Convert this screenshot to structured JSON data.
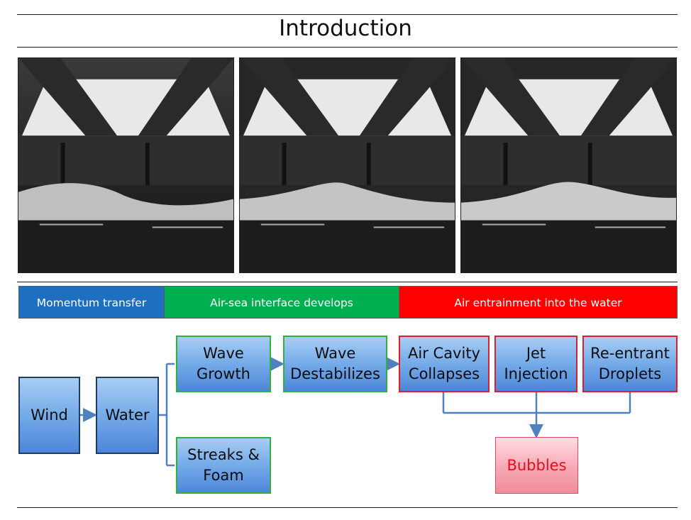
{
  "slide": {
    "title": "Introduction"
  },
  "photos": [
    {
      "name": "frame-1"
    },
    {
      "name": "frame-2"
    },
    {
      "name": "frame-3"
    }
  ],
  "phases": [
    {
      "label": "Momentum transfer",
      "color": "#1f6fc0"
    },
    {
      "label": "Air-sea interface develops",
      "color": "#00b050"
    },
    {
      "label": "Air entrainment into the water",
      "color": "#ff0000"
    }
  ],
  "nodes": {
    "wind": "Wind",
    "water": "Water",
    "wave_growth": [
      "Wave",
      "Growth"
    ],
    "streaks_foam": [
      "Streaks &",
      "Foam"
    ],
    "wave_destabilizes": [
      "Wave",
      "Destabilizes"
    ],
    "air_cavity": [
      "Air Cavity",
      "Collapses"
    ],
    "jet_injection": [
      "Jet",
      "Injection"
    ],
    "reentrant": [
      "Re-entrant",
      "Droplets"
    ],
    "bubbles": "Bubbles"
  },
  "colors": {
    "connector": "#4f81bd",
    "box_blue_border": "#1f3d6a",
    "box_green_border": "#2db33c",
    "box_red_border": "#e01e2b",
    "bubbles_text": "#e0101e"
  }
}
